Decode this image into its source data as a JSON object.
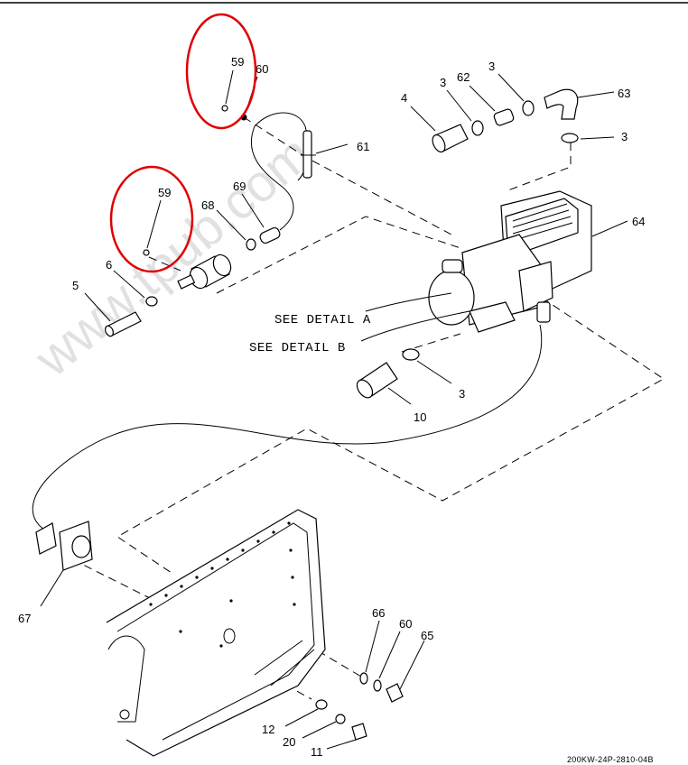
{
  "callouts": {
    "c59a": "59",
    "c60a": "60",
    "c61": "61",
    "c59b": "59",
    "c69": "69",
    "c68": "68",
    "c6": "6",
    "c5": "5",
    "c4": "4",
    "c3a": "3",
    "c62": "62",
    "c3b": "3",
    "c63": "63",
    "c3c": "3",
    "c64": "64",
    "c3d": "3",
    "c10": "10",
    "c67": "67",
    "c66": "66",
    "c60b": "60",
    "c65": "65",
    "c12": "12",
    "c20": "20",
    "c11": "11"
  },
  "details": {
    "detail_a": "SEE DETAIL A",
    "detail_b": "SEE DETAIL B"
  },
  "figure_number": "200KW-24P-2810-04B",
  "watermark": "www.tpub.com",
  "colors": {
    "highlight": "#e00000",
    "line": "#000000",
    "watermark": "#bdbdbd"
  }
}
